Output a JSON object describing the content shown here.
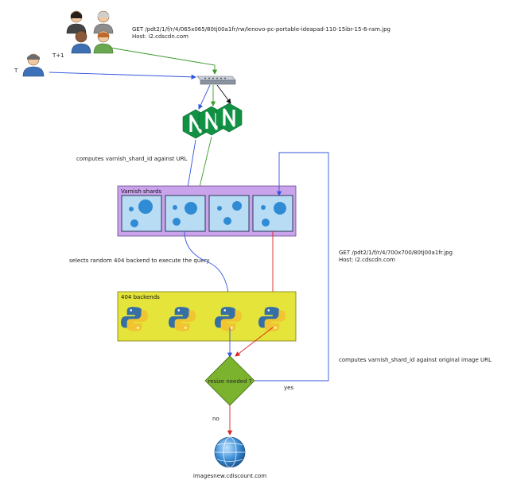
{
  "request_1": {
    "line1": "GET /pdt2/1/f/r/4/065x065/80tj00a1fr/rw/lenovo-pc-portable-ideapad-110-15ibr-15-6-ram.jpg",
    "line2": "Host: i2.cdscdn.com"
  },
  "time_labels": {
    "t": "T",
    "t_plus_1": "T+1"
  },
  "compute_shard_label": "computes varnish_shard_id against  URL",
  "varnish": {
    "title": "Varnish shards",
    "shard_count": 4
  },
  "select_backend_label": "selects random 404 backend to execute the query",
  "request_2": {
    "line1": "GET /pdt2/1/f/r/4/700x700/80tj00a1fr.jpg",
    "line2": "Host: i2.cdscdn.com"
  },
  "backends": {
    "title": "404 backends",
    "count": 4
  },
  "compute_original_label": "computes varnish_shard_id against original image URL",
  "decision": {
    "label": "resize needed ?",
    "yes": "yes",
    "no": "no"
  },
  "origin_label": "imagesnew.cdiscount.com",
  "colors": {
    "blue_arrow": "#3355dd",
    "green_arrow": "#3a9a2a",
    "black_arrow": "#111111",
    "red_arrow": "#dd2222",
    "varnish_bg": "#c9a3ec",
    "backends_bg": "#e4e43a",
    "decision_fill": "#7bb32e",
    "nginx_green": "#119143"
  }
}
